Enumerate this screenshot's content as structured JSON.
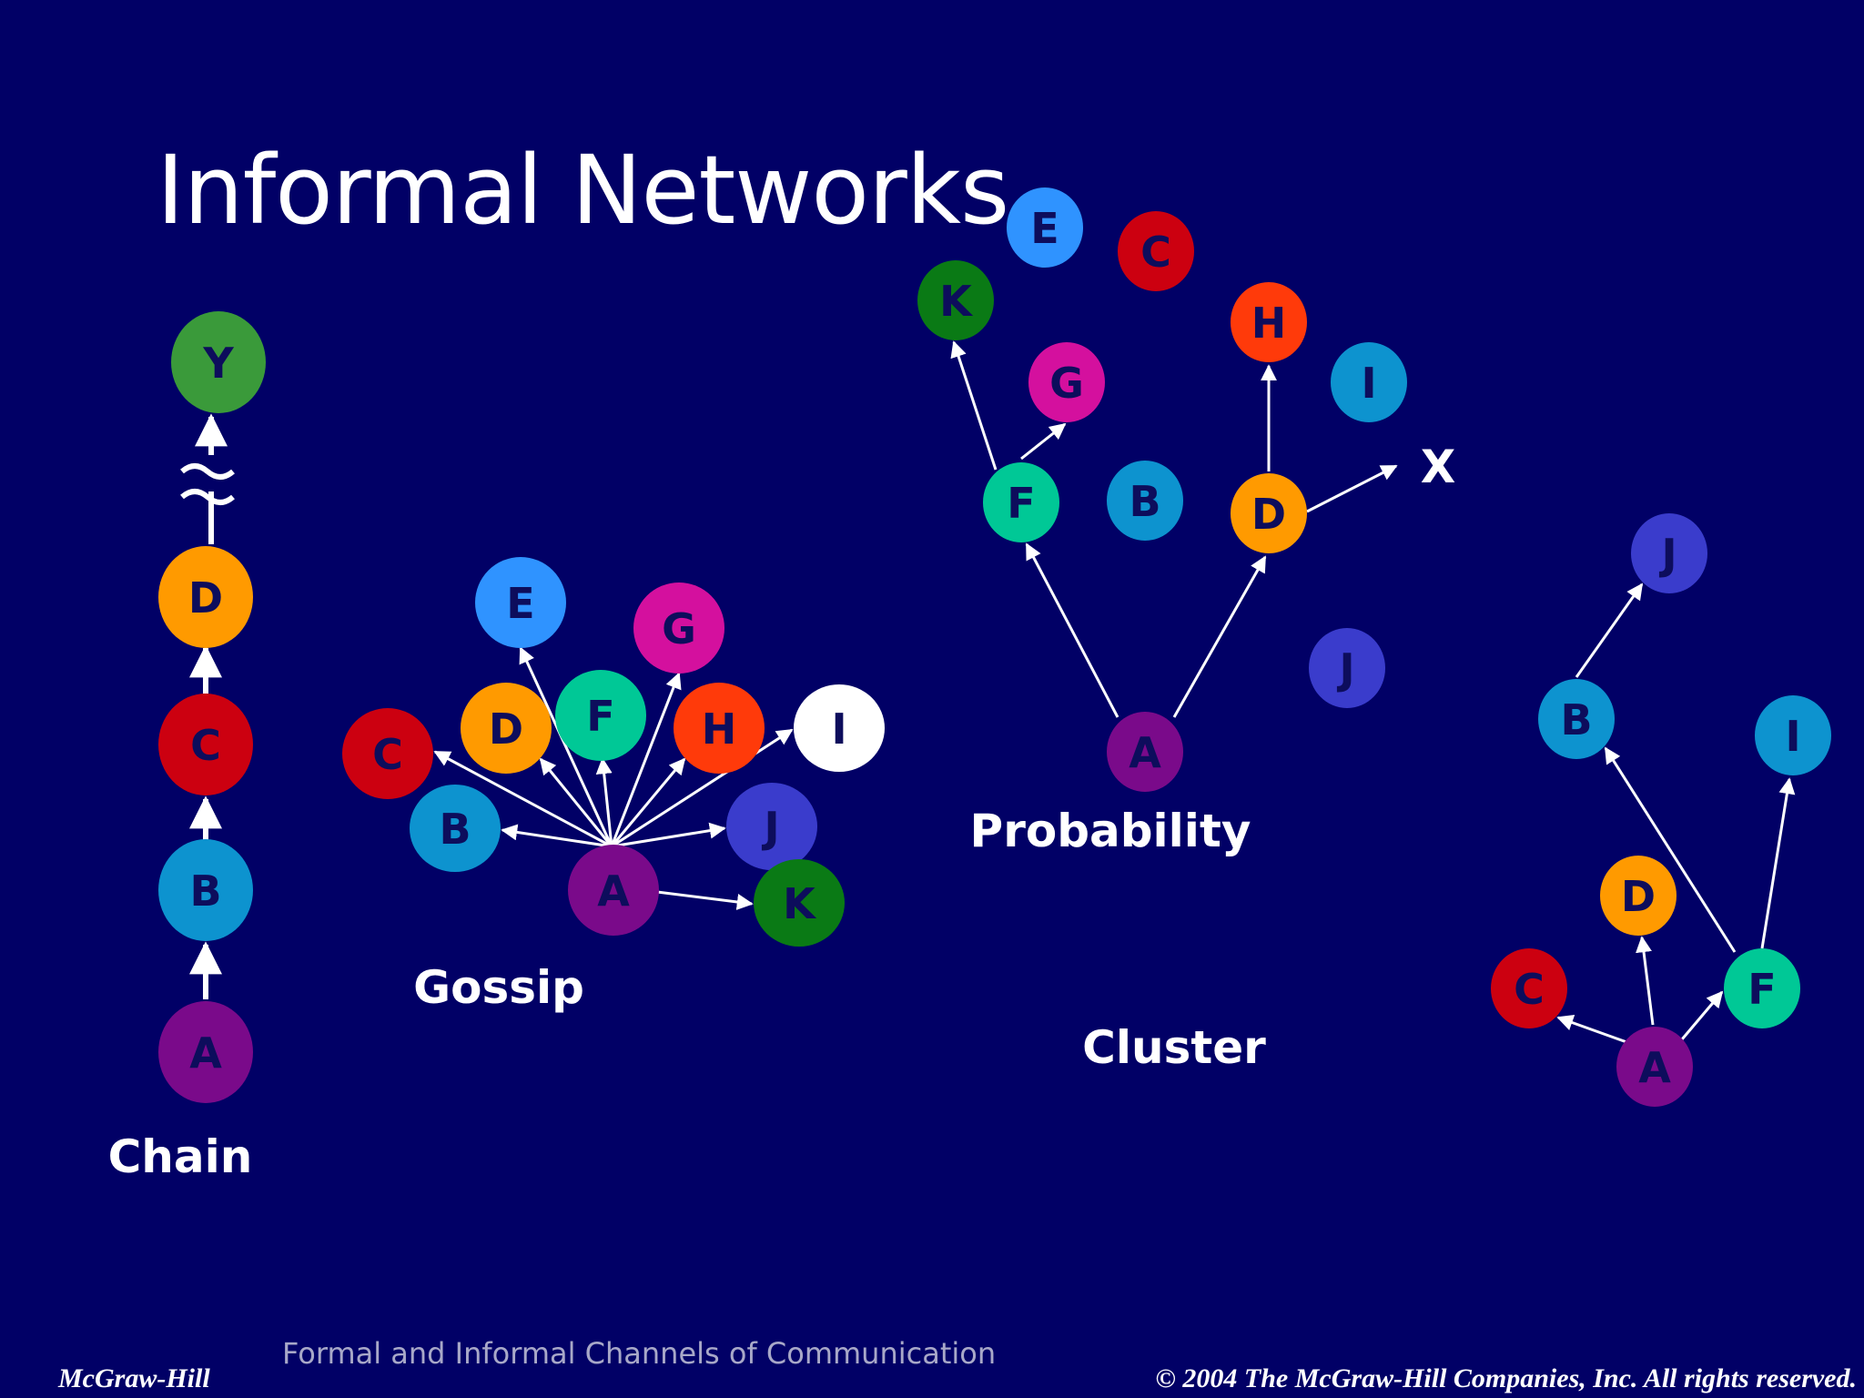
{
  "title": "Informal Networks",
  "colors": {
    "background": "#010066",
    "A": "#7a0a8a",
    "B": "#0d93cf",
    "C": "#cc0010",
    "D": "#ff9a00",
    "E": "#2f93ff",
    "F": "#00c896",
    "G": "#d4109e",
    "H": "#ff3a0a",
    "I": "#0d93cf",
    "J": "#3a3ccc",
    "K": "#0a7a15",
    "Y": "#3a9a3a",
    "I_gossip": "#ffffff"
  },
  "diagrams": {
    "chain": {
      "label": "Chain",
      "nodes": [
        "A",
        "B",
        "C",
        "D",
        "Y"
      ]
    },
    "gossip": {
      "label": "Gossip",
      "source": "A",
      "nodes": [
        "B",
        "C",
        "D",
        "E",
        "F",
        "G",
        "H",
        "I",
        "J",
        "K"
      ]
    },
    "probability": {
      "label": "Probability",
      "nodes": [
        "A",
        "F",
        "D",
        "K",
        "G",
        "H",
        "E",
        "C",
        "I",
        "B",
        "J"
      ],
      "terminal": "X"
    },
    "cluster": {
      "label": "Cluster",
      "nodes": [
        "A",
        "C",
        "D",
        "F",
        "B",
        "I",
        "J"
      ]
    }
  },
  "footer": {
    "publisher": "McGraw-Hill",
    "subject": "Formal and Informal Channels of Communication",
    "copyright": "© 2004 The McGraw-Hill Companies, Inc. All rights reserved."
  }
}
